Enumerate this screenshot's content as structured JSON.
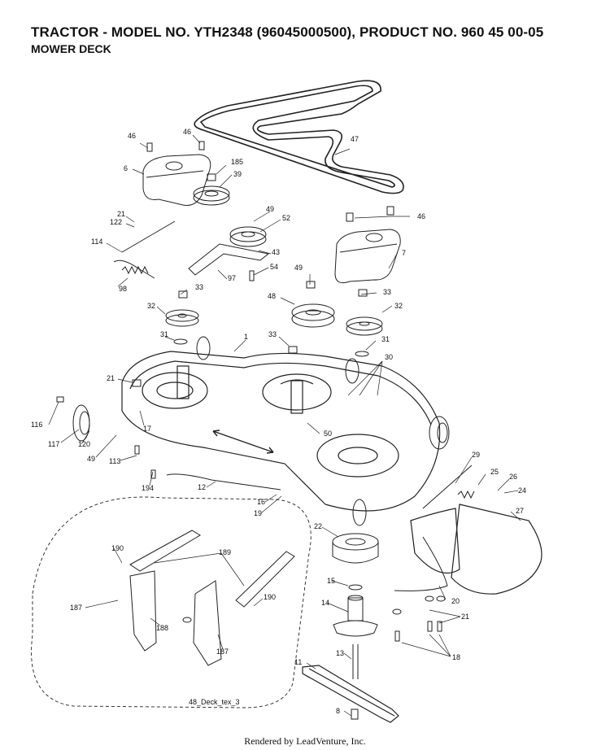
{
  "header": {
    "title": "TRACTOR - MODEL NO. YTH2348 (96045000500), PRODUCT NO. 960 45 00-05",
    "subtitle": "MOWER DECK"
  },
  "diagram_ref": "48_Deck_tex_3",
  "footer": "Rendered by LeadVenture, Inc.",
  "callouts": {
    "c46a": "46",
    "c46b": "46",
    "c46c": "46",
    "c47": "47",
    "c6": "6",
    "c185": "185",
    "c39": "39",
    "c21a": "21",
    "c122": "122",
    "c49a": "49",
    "c52": "52",
    "c114": "114",
    "c43": "43",
    "c7": "7",
    "c54": "54",
    "c98": "98",
    "c97": "97",
    "c49b": "49",
    "c33a": "33",
    "c33b": "33",
    "c48": "48",
    "c32a": "32",
    "c32b": "32",
    "c31a": "31",
    "c1": "1",
    "c33c": "33",
    "c31b": "31",
    "c30": "30",
    "c21b": "21",
    "c116": "116",
    "c17": "17",
    "c117": "117",
    "c120": "120",
    "c49c": "49",
    "c113": "113",
    "c50": "50",
    "c29": "29",
    "c25": "25",
    "c26": "26",
    "c24": "24",
    "c194": "194",
    "c12": "12",
    "c16": "16",
    "c19": "19",
    "c27": "27",
    "c22": "22",
    "c190a": "190",
    "c189": "189",
    "c190b": "190",
    "c187a": "187",
    "c188": "188",
    "c187b": "187",
    "c15": "15",
    "c14": "14",
    "c20": "20",
    "c21c": "21",
    "c18": "18",
    "c13": "13",
    "c11": "11",
    "c8": "8"
  }
}
